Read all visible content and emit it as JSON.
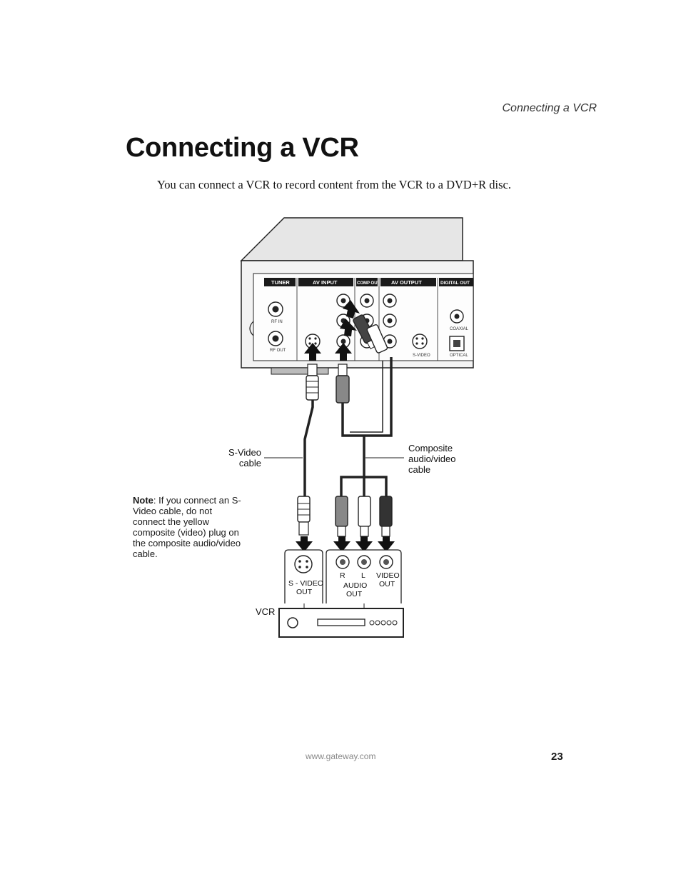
{
  "header": {
    "running_head": "Connecting a VCR"
  },
  "title": "Connecting a VCR",
  "intro": "You can connect a VCR to record content from the VCR to a DVD+R disc.",
  "figure": {
    "dvd_panel": {
      "sections": [
        "TUNER",
        "AV  INPUT",
        "COMP OUT",
        "AV  OUTPUT",
        "DIGITAL OUT"
      ],
      "port_labels": [
        "RF IN",
        "RF OUT",
        "COAXIAL",
        "OPTICAL",
        "S-VIDEO"
      ]
    },
    "callouts": {
      "svideo_cable": "S-Video\ncable",
      "composite_cable": "Composite\naudio/video\ncable",
      "vcr": "VCR"
    },
    "vcr_panel": {
      "svideo_out": "S - VIDEO\nOUT",
      "r": "R",
      "l": "L",
      "audio_out": "AUDIO\nOUT",
      "video_out": "VIDEO\nOUT"
    },
    "note_label": "Note",
    "note_text": ": If you connect an S-Video cable, do not connect the yellow composite (video) plug on the composite audio/video cable."
  },
  "footer": {
    "url": "www.gateway.com",
    "page_number": "23"
  }
}
